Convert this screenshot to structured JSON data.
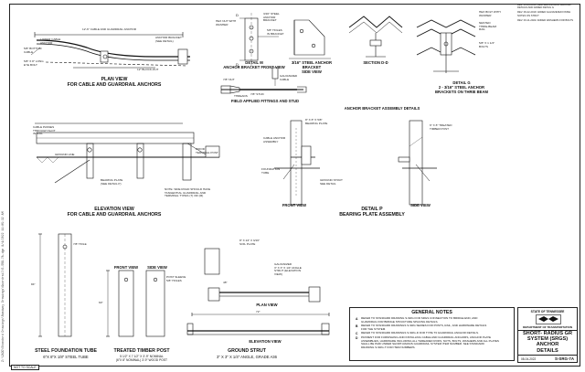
{
  "titles": {
    "plan_cable": "PLAN VIEW\nFOR CABLE AND GUARDRAIL ANCHORS",
    "elev_cable": "ELEVATION VIEW\nFOR CABLE AND GUARDRAIL ANCHORS",
    "detail_m": "DETAIL M\nANCHOR BRACKET FRONT VIEW",
    "side_view_bracket": "3/16\" STEEL ANCHOR BRACKET\nSIDE VIEW",
    "section_dd": "SECTION D-D",
    "field_fittings": "FIELD APPLIED FITTINGS AND STUD",
    "bracket_assembly": "ANCHOR BRACKET ASSEMBLY DETAILS",
    "detail_g": "DETAIL G\n2 - 3/16\" STEEL ANCHOR\nBRACKETS ON THRIE BEAM",
    "front_view_p": "FRONT VIEW",
    "detail_p": "DETAIL P\nBEARING PLATE ASSEMBLY",
    "side_view_p": "SIDE VIEW",
    "steel_tube": "STEEL FOUNDATION TUBE",
    "timber_post": "TREATED TIMBER POST",
    "ground_strut": "GROUND STRUT",
    "plan_view": "PLAN VIEW",
    "elevation_view": "ELEVATION VIEW",
    "front_view_small": "FRONT VIEW",
    "side_view_small": "SIDE VIEW"
  },
  "sublabels": {
    "steel_tube": "6\"X 8\"X 1/8\" STEEL TUBE",
    "timber_post": "5 1/2\" X 7 1/2\" X 3'-9\" NOMINAL\n(6\"X 8\" NOMINAL) 3'-9\" WOOD POST",
    "ground_strut": "3\" X 3\" X 1/4\" ANGLE, GRADE A36"
  },
  "callouts": {
    "cable_anchor": "12'-6\" CABLE AND GUARDRAIL ANCHOR",
    "block_out": "12\" BLOCK-OUT",
    "lower_cable": "LOWER CABLE\nANCHOR",
    "bottom_cable": "5/8\" BOTTOM\nCABLE",
    "eye_bolt": "5/8\" X 8\" LONG\nEYE BOLT",
    "anchor_bracket": "ANCHOR BRACKET\n(SEE DETAIL)",
    "cable_passes": "CABLE PASSES\nTHROUGH SLOT\nIN RAIL",
    "ground_line": "GROUND LINE",
    "wood_post": "WOOD\nTERMINAL POST",
    "bearing_plate": "BEARING PLATE\n(SEE DETAIL P)",
    "side_note": "NOTE: SIDE ROAD SHOULD HAVE\nTANGENTIAL GUARDRAIL AND\nTERMINAL TYPES (T) OR (M)",
    "hex_nut": "HEX NUT WITH\nWASHER",
    "steel_bracket": "3/16\" STEEL\nANCHOR\nBRACKET",
    "holes": "5/8\" HOLES\nIN BRACKET",
    "galvanized": "GALVANIZED\nCABLE",
    "nut": "7/8\" NUT",
    "stud": "7/8\" STUD",
    "threads": "THREADS",
    "hex_bolt": "HEX BOLT WITH\nWASHER",
    "nested_thrie": "NESTED\nTHRIE-BEAM\nRAIL",
    "bolts": "5/8\" X 1 1/4\"\nBOLTS",
    "bearing_plate_p": "8\" X 8\" X 5/8\"\nBEARING PLATE",
    "cable_anchor_p": "CABLE ANCHOR\nASSEMBLY",
    "timber_p": "6\" X 8\" TREATED\nTIMBER POST",
    "strut_p": "GROUND STRUT\nSEE DETAIL",
    "foundation_tube_p": "FOUNDATION\nTUBE",
    "soil_plate": "8\" X 24\" X 3/16\"\nSOIL PLATE",
    "galv_strut": "GALVANIZED\n3\" X 3\" X 1/4\" ANGLE\nSTRUT (ELEVATION\nVIEW)",
    "post_sleeve": "POST SLEEVE\n5/8\" HOLES",
    "hole": "7/8\" HOLE",
    "dim_84": "84\"",
    "dim_60": "60\"",
    "dim_72": "72\"",
    "dim_48": "48\""
  },
  "general_notes": {
    "title": "GENERAL NOTES",
    "items": [
      {
        "letter": "A",
        "text": "REFER TO STANDARD DRAWING S-SRG FOR SRGS CONNECTION TO BRIDGE END, AND\nGUARDRAIL FOR BRIDGE STRUCTURE SPACING DETAILS."
      },
      {
        "letter": "B",
        "text": "REFER TO STANDARD DRAWINGS S-SRG SERIES FOR POSTS, RAIL, AND HARDWARE DETAILS\nFOR THE SYSTEM."
      },
      {
        "letter": "C",
        "text": "REFER TO STANDARD DRAWINGS S-SRG-D FOR TYPE T3 GUARDRAIL ANCHOR DETAILS."
      },
      {
        "letter": "D",
        "text": "PAYMENT FOR FURNISHING AND INSTALLING CABLE AND GUARDRAIL ANCHORS, ANCHOR PLATE\nASSEMBLIES, HARDWARE INCLUDING ALL THREADED RODS, NUTS, BOLTS, WASHERS AND ALL PLATES\nSHALL BE PAID UNDER SHORT-RADIUS GUARDRAIL SYSTEM ITEM NUMBER. SEE STANDARD\nDRAWING S-SRG-T FOR ITEM NUMBERS."
      }
    ]
  },
  "revisions": [
    "REV. 01-06-2016: REVISED ANCHOR BRACKET DETAILS AND ADDED DETAIL G",
    "REV. 09-22-2019: ADDED GALVANIZED FINISH NOTES ON STRUT",
    "REV. 03-11-2022: ADDED WASHERS FOR BOLTS"
  ],
  "title_block": {
    "state": "STATE OF TENNESSEE",
    "dept": "DEPARTMENT OF TRANSPORTATION",
    "title": "SHORT- RADIUS GR\nSYSTEM (SRGS)\nANCHOR\nDETAILS",
    "date": "08-04-2022",
    "sheet": "S-SRG-7A"
  },
  "scale_note": "NOT TO SCALE",
  "strip_text": "Z:\\CADD\\Standard Drawings\\Roadway Drawings\\Guardrail\\S-SRG-7A.dgn   8/4/2022 11:05:32 AM"
}
